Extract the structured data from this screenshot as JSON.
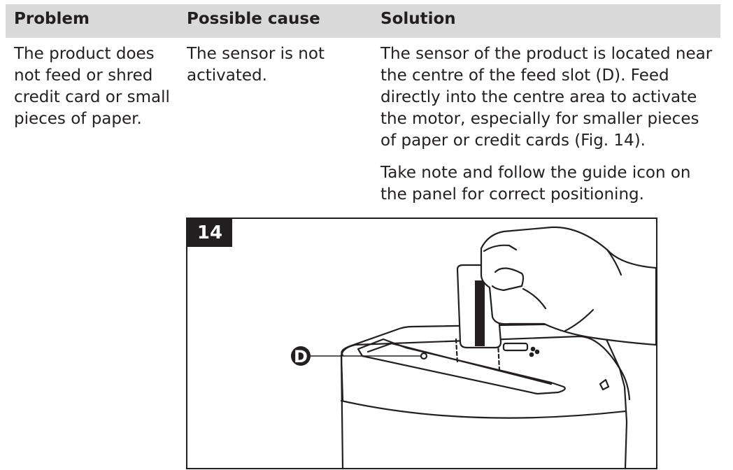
{
  "table": {
    "headers": [
      "Problem",
      "Possible cause",
      "Solution"
    ],
    "row": {
      "problem": "The product does not feed or shred credit card or small pieces of paper.",
      "cause": "The sensor is not activated.",
      "solution_p1": "The sensor of the product is located near the centre of the feed slot (D). Feed directly into the centre area to activate the motor, especially for smaller pieces of paper or credit cards (Fig. 14).",
      "solution_p2": "Take note and follow the guide icon on the panel for correct positioning."
    }
  },
  "figure": {
    "number": "14",
    "callout": "D"
  },
  "colors": {
    "header_bg": "#d9d9d9",
    "text": "#231f20",
    "label_bg": "#231f20"
  }
}
